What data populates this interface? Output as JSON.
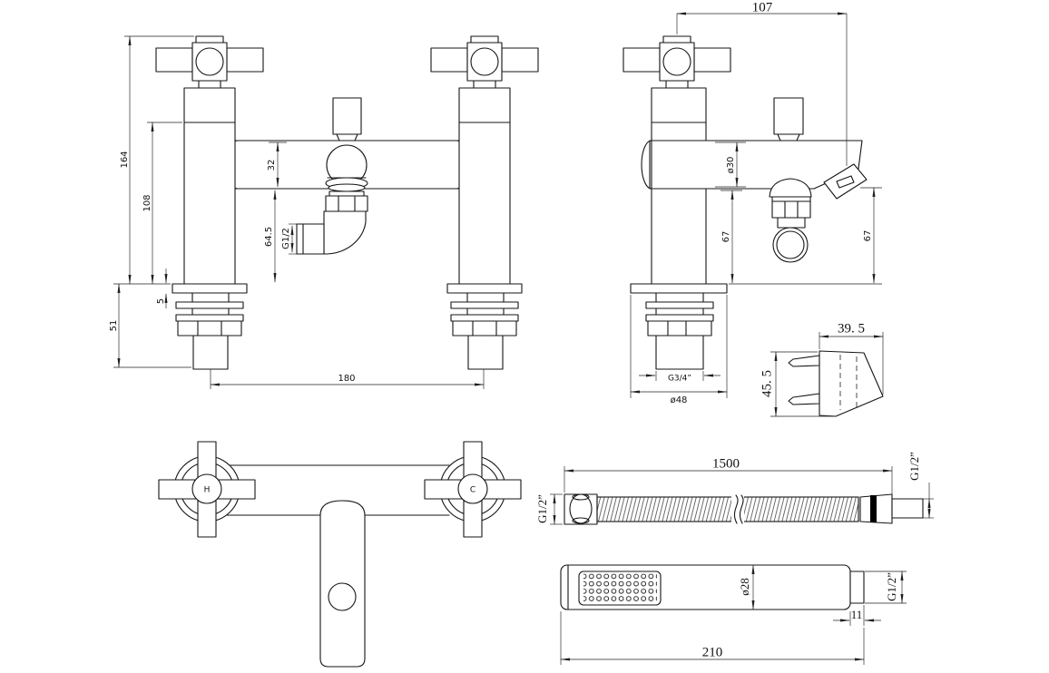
{
  "front": {
    "total_height": "164",
    "body_height": "108",
    "body_dia": "32",
    "outlet_drop": "64.5",
    "outlet_thread": "G1/2",
    "deck_thickness": "5",
    "shank_length": "51",
    "tap_centres": "180"
  },
  "side": {
    "spout_reach": "107",
    "spout_dia": "ø30",
    "outlet_height_left": "67",
    "outlet_height_right": "67",
    "shank_thread": "G3/4”",
    "base_dia": "ø48"
  },
  "bracket": {
    "width": "39. 5",
    "height": "45. 5"
  },
  "top": {
    "hot": "H",
    "cold": "C"
  },
  "hose": {
    "length": "1500",
    "thread_left": "G1/2”",
    "thread_right": "G1/2”"
  },
  "handset": {
    "length": "210",
    "head_dia": "ø28",
    "neck_width": "11",
    "thread": "G1/2”"
  }
}
